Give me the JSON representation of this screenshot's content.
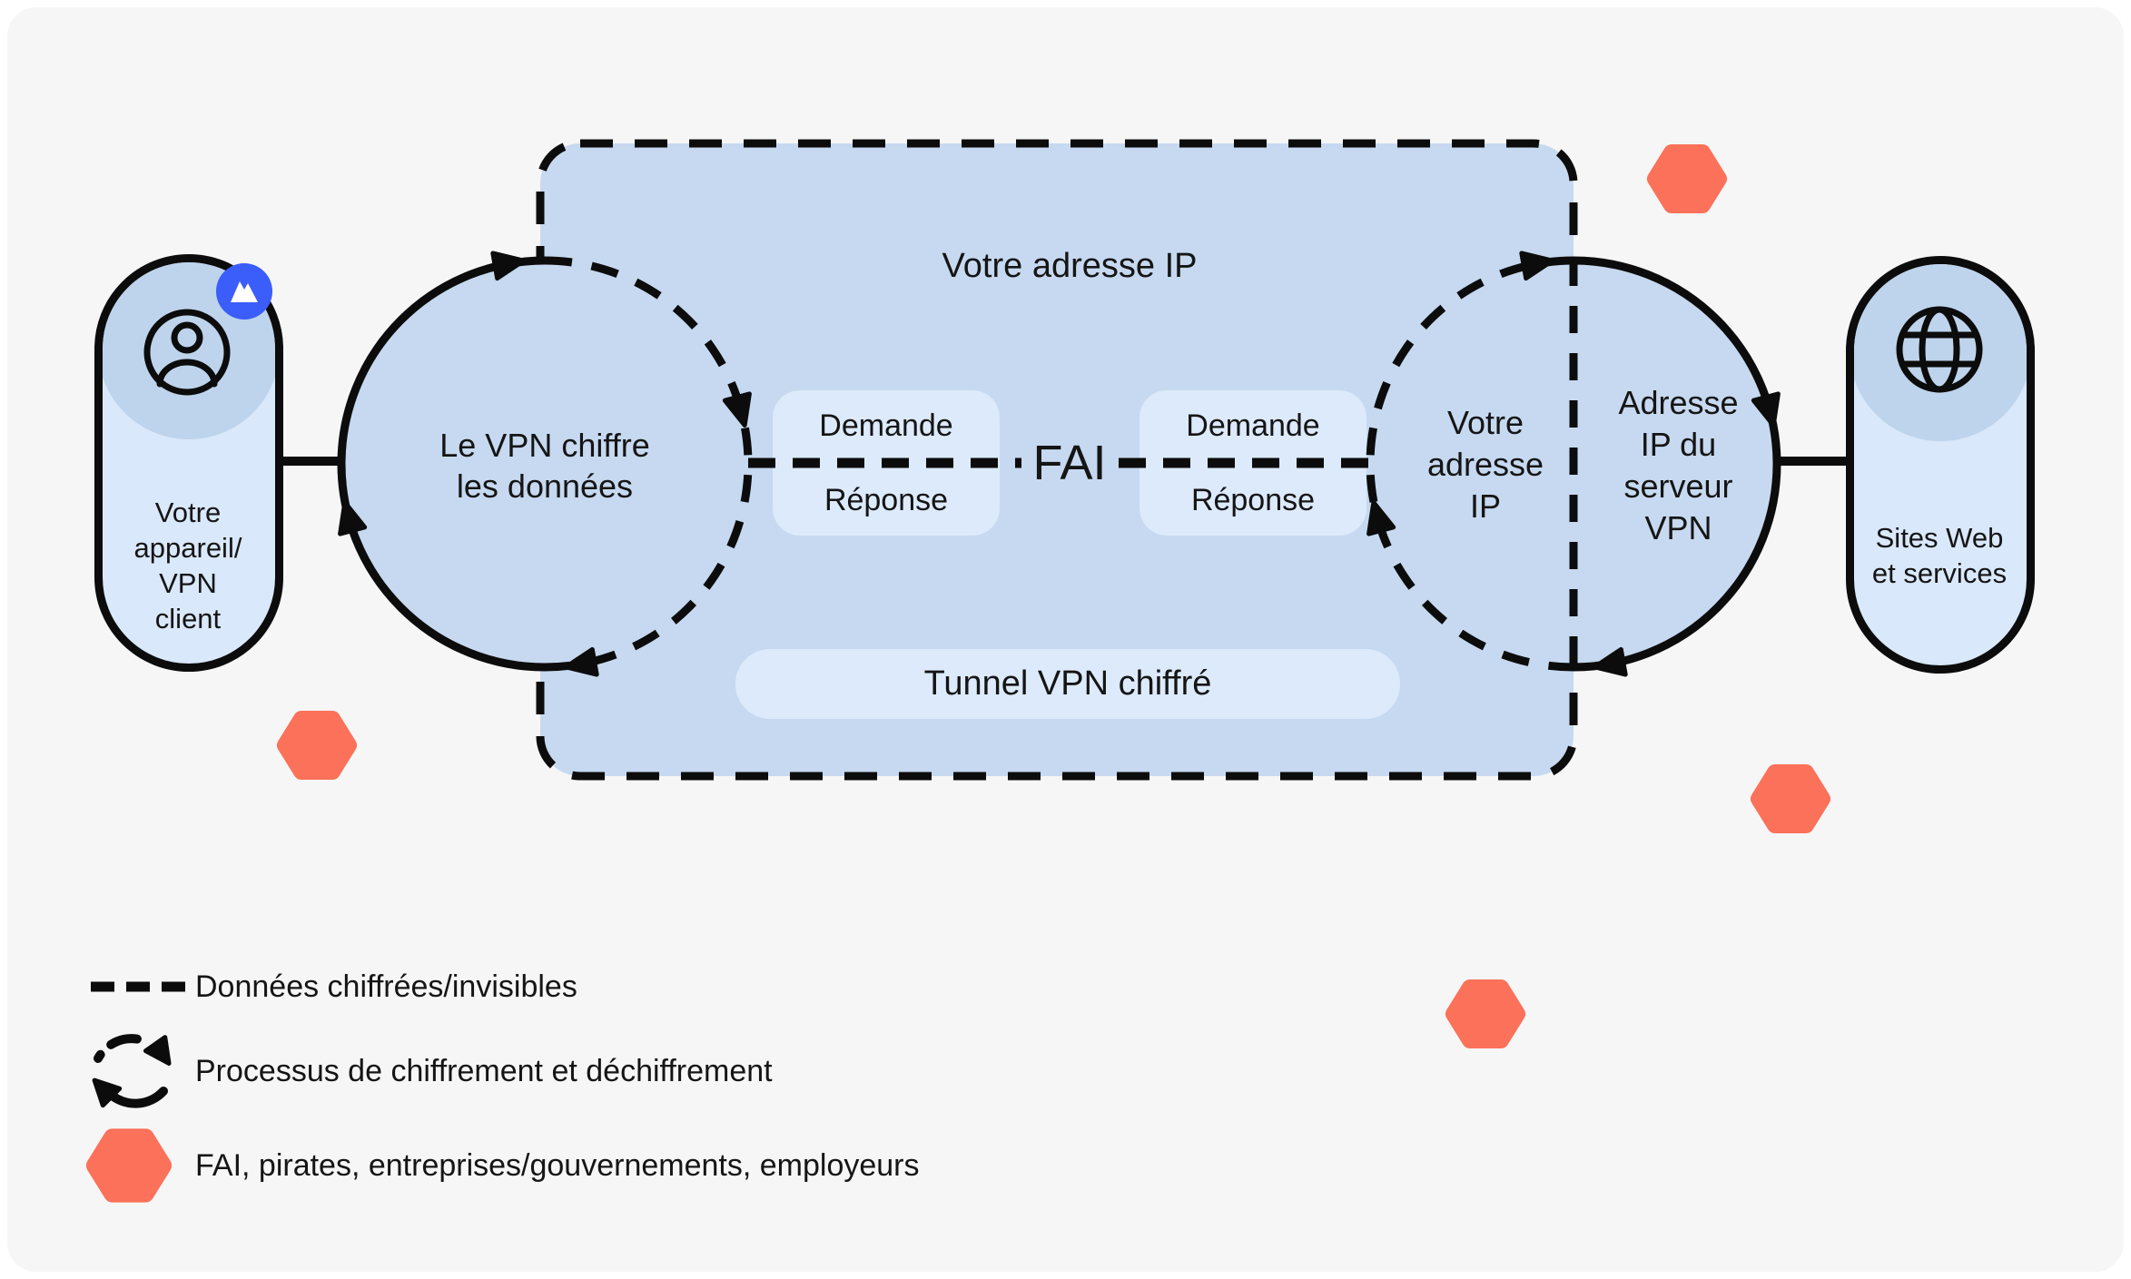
{
  "colors": {
    "background": "#ffffff",
    "board": "#f6f6f6",
    "tunnel_fill": "#c6d9f0",
    "light_pill": "#dceafb",
    "capsule_fill": "#d9e8fa",
    "capsule_circle": "#bed4ec",
    "line": "#0c0c0c",
    "hexagon": "#fb7159",
    "badge": "#3b5dfa",
    "text": "#151515"
  },
  "nodes": {
    "device": {
      "label": "Votre\nappareil/\nVPN\nclient"
    },
    "vpn_encrypt_circle": {
      "label": "Le VPN chiffre\nles données"
    },
    "tunnel": {
      "top_label": "Votre adresse IP",
      "bottom_label": "Tunnel VPN chiffré"
    },
    "exchange": {
      "request": "Demande",
      "response": "Réponse"
    },
    "isp": {
      "label": "FAI"
    },
    "vpn_server_circle": {
      "inside_label": "Votre\nadresse\nIP",
      "outside_label": "Adresse\nIP du\nserveur\nVPN"
    },
    "websites": {
      "label": "Sites Web\net services"
    }
  },
  "legend": {
    "items": [
      {
        "icon": "dashed-line-icon",
        "label": "Données chiffrées/invisibles"
      },
      {
        "icon": "encryption-cycle-icon",
        "label": "Processus de chiffrement et déchiffrement"
      },
      {
        "icon": "threat-hexagon-icon",
        "label": "FAI, pirates, entreprises/gouvernements, employeurs"
      }
    ]
  }
}
